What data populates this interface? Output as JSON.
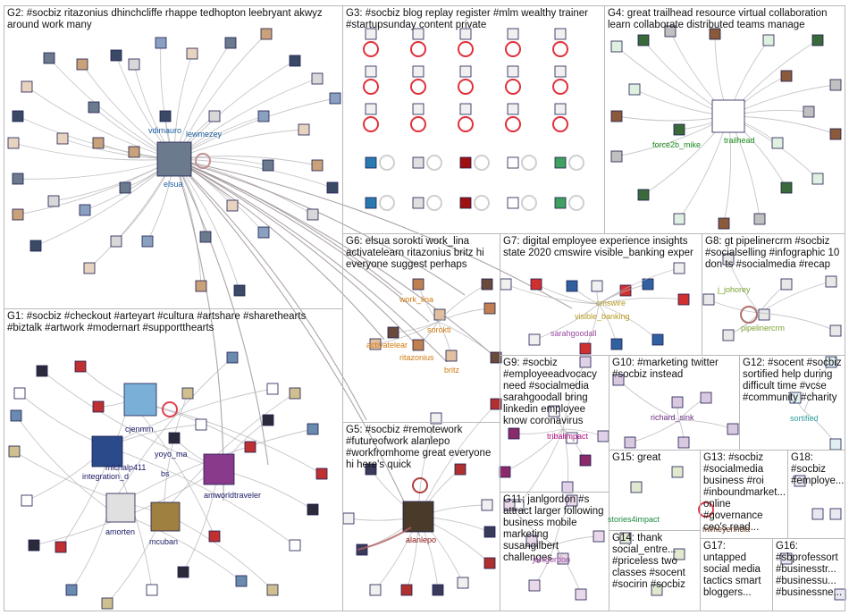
{
  "groups": [
    {
      "id": "G1",
      "label": "G1: #socbiz #checkout #arteyart #cultura #artshare #sharethearts #biztalk #artwork #modernart #supportthearts",
      "color": "#1a1a66"
    },
    {
      "id": "G2",
      "label": "G2: #socbiz ritazonius dhinchcliffe rhappe tedhopton leebryant akwyz around work many",
      "color": "#1f5fa0"
    },
    {
      "id": "G3",
      "label": "G3: #socbiz blog replay register #mlm wealthy trainer #startupsunday content private",
      "color": "#e0303a"
    },
    {
      "id": "G4",
      "label": "G4: great trailhead resource virtual collaboration learn collaborate distributed teams manage",
      "color": "#1a8a1a"
    },
    {
      "id": "G5",
      "label": "G5: #socbiz #remotework #futureofwork alanlepo #workfromhome great everyone hi here's quick",
      "color": "#8a1010"
    },
    {
      "id": "G6",
      "label": "G6: elsua sorokti work_lina activatelearn ritazonius britz hi everyone suggest perhaps",
      "color": "#d07a10"
    },
    {
      "id": "G7",
      "label": "G7: digital employee experience insights state 2020 cmswire visible_banking exper",
      "color": "#b89a20"
    },
    {
      "id": "G8",
      "label": "G8: gt pipelinercrm #socbiz #socialselling #infographic 10 don ts #socialmedia #recap",
      "color": "#7aa030"
    },
    {
      "id": "G9",
      "label": "G9: #socbiz #employeeadvocacy need #socialmedia sarahgoodall bring linkedin employee know coronavirus",
      "color": "#b01080"
    },
    {
      "id": "G10",
      "label": "G10: #marketing twitter #socbiz instead",
      "color": "#6a2a80"
    },
    {
      "id": "G11",
      "label": "G11: janlgordon #s attract larger following business mobile marketing susangilbert challenges",
      "color": "#9a4aa0"
    },
    {
      "id": "G12",
      "label": "G12: #socent #socbiz sortified help during difficult time #vcse #community #charity",
      "color": "#30a0a0"
    },
    {
      "id": "G13",
      "label": "G13: #socbiz #socialmedia business #roi #inboundmarket... online #governance ceo's read...",
      "color": "#6a3a20"
    },
    {
      "id": "G14",
      "label": "G14: thank social_entre... #priceless two classes #socent #socirin #socbiz",
      "color": "#8a7040"
    },
    {
      "id": "G15",
      "label": "G15: great",
      "color": "#208a40"
    },
    {
      "id": "G16",
      "label": "G16: #sbprofessort #businesstr... #businessu... #businessne...",
      "color": "#6a6a9a"
    },
    {
      "id": "G17",
      "label": "G17: untapped social media tactics smart bloggers...",
      "color": "#505050"
    },
    {
      "id": "G18",
      "label": "G18: #socbiz #employe...",
      "color": "#505050"
    }
  ],
  "node_labels": {
    "elsua": "elsua",
    "vdimauro": "vdimauro",
    "lewmezey": "lewmezey",
    "cjenmm": "cjenmm",
    "yoyo_ma": "yoyo_ma",
    "bs": "bs",
    "michalp411": "michalp411",
    "integration_d": "integration_d",
    "amworldtraveler": "amworldtraveler",
    "amorten": "amorten",
    "mcuban": "mcuban",
    "trailhead": "trailhead",
    "force2b_mike": "force2b_mike",
    "work_lina": "work_lina",
    "sorokti": "sorokti",
    "activatelear": "activatelear",
    "ritazonius": "ritazonius",
    "britz": "britz",
    "cmswire": "cmswire",
    "visible_banking": "visible_banking",
    "j_johorey": "j_johorey",
    "pipelinercrm": "pipelinercrm",
    "tribalimpact": "tribalimpact",
    "sarahgoodall": "sarahgoodall",
    "richard_sink": "richard_sink",
    "sortified": "sortified",
    "alanlepo": "alanlepo",
    "stories4impact": "stories4impact",
    "janlgordon": "janlgordon",
    "mimeyerincia": "mimeyerincia"
  },
  "colors": {
    "edge": "#b8b8bc",
    "edge_dark": "#9a8f95",
    "border": "#b9b9b9",
    "g3_red": "#e0303a"
  }
}
